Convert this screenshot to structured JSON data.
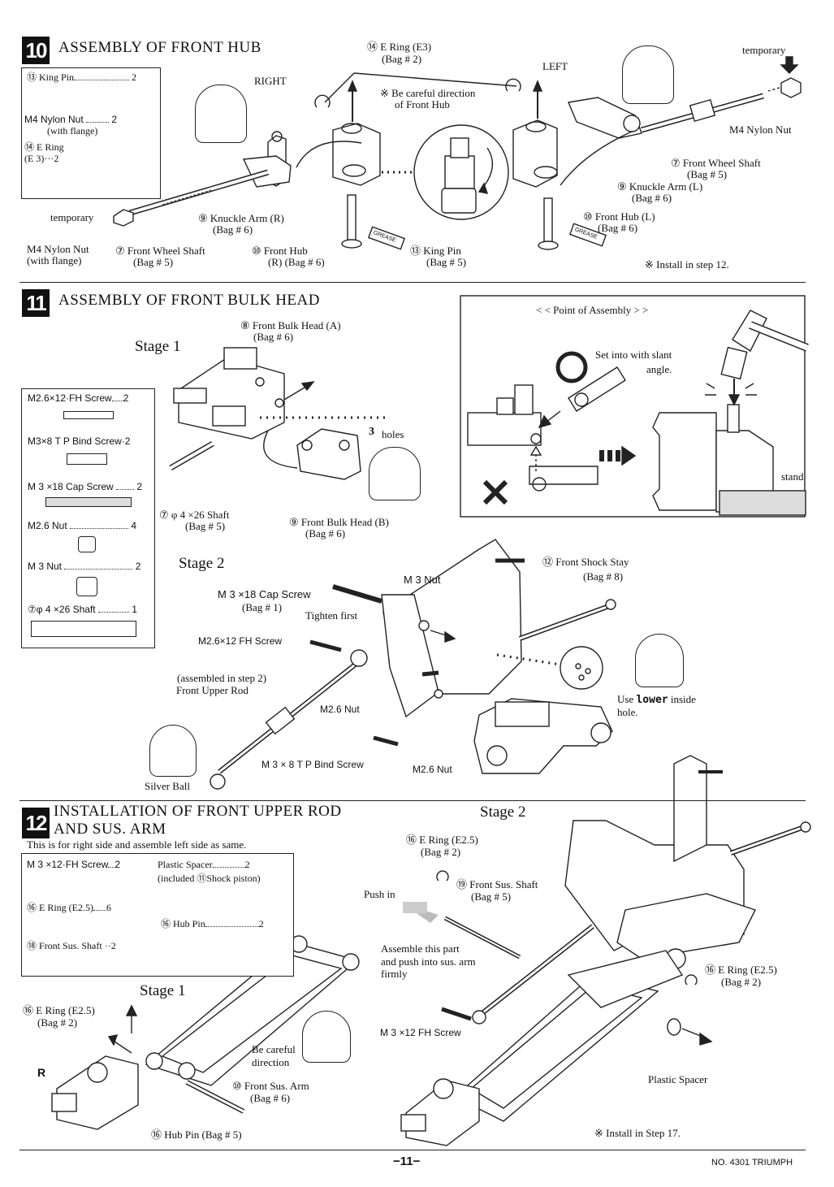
{
  "s10": {
    "num": "10",
    "title": "ASSEMBLY OF FRONT HUB",
    "parts": {
      "king_pin": "King Pin",
      "king_pin_qty": "2",
      "m4_nut": "M4 Nylon Nut",
      "m4_nut_sub": "(with flange)",
      "m4_nut_qty": "2",
      "ering": "E Ring",
      "ering_sub": "(E 3)",
      "ering_qty": "2"
    },
    "right": "RIGHT",
    "left": "LEFT",
    "temporary": "temporary",
    "ering_callout": "E Ring  (E3)",
    "ering_bag": "(Bag # 2)",
    "careful": "※ Be careful direction",
    "careful2": "of Front Hub",
    "m4_nut_r": "M4 Nylon Nut",
    "front_wheel_shaft": "Front Wheel Shaft",
    "bag5": "(Bag # 5)",
    "knuckle_l": "Knuckle Arm  (L)",
    "bag6": "(Bag # 6)",
    "front_hub_l": "Front Hub  (L)",
    "knuckle_r": "Knuckle Arm  (R)",
    "m4_nut_l": "M4 Nylon Nut",
    "m4_nut_l2": "(with flange)",
    "front_wheel_shaft_l": "Front Wheel Shaft",
    "front_hub_r": "Front Hub",
    "front_hub_r2": "(R)  (Bag # 6)",
    "king_pin_c": "King Pin",
    "install": "※ Install in step 12.",
    "grease": "GREASE"
  },
  "s11": {
    "num": "11",
    "title": "ASSEMBLY OF FRONT BULK HEAD",
    "stage1": "Stage 1",
    "stage2": "Stage 2",
    "bulk_a": "Front Bulk Head  (A)",
    "bulk_a_bag": "(Bag # 6)",
    "three_holes": "holes",
    "three": "3",
    "shaft": "4 ×26  Shaft",
    "shaft_bag": "(Bag # 5)",
    "bulk_b": "Front Bulk Head  (B)",
    "bulk_b_bag": "(Bag # 6)",
    "point": "< < Point of Assembly > >",
    "set_into": "Set into with slant",
    "angle": "angle.",
    "stand": "stand",
    "parts": [
      {
        "name": "M2.6×12·FH Screw",
        "qty": "2"
      },
      {
        "name": "M3×8 T P  Bind Screw·",
        "qty": "2"
      },
      {
        "name": "M 3 ×18  Cap Screw",
        "qty": "2"
      },
      {
        "name": "M2.6  Nut",
        "qty": "4"
      },
      {
        "name": "M 3  Nut",
        "qty": "2"
      },
      {
        "name": "4 ×26  Shaft",
        "qty": "1"
      }
    ],
    "cap_screw": "M 3 ×18  Cap Screw",
    "bag1": "(Bag # 1)",
    "m3_nut": "M 3  Nut",
    "tighten": "Tighten first",
    "fh_screw": "M2.6×12  FH Screw",
    "assembled": "(assembled in step 2)",
    "upper_rod": "Front Upper Rod",
    "m26_nut": "M2.6  Nut",
    "bind_screw": "M 3 × 8 T P  Bind Screw",
    "m26_nut2": "M2.6  Nut",
    "shock_stay": "Front Shock Stay",
    "bag8": "(Bag # 8)",
    "use_lower": "Use",
    "lower": "lower",
    "inside": "inside",
    "hole": "hole.",
    "silver": "Silver Ball"
  },
  "s12": {
    "num": "12",
    "title1": "INSTALLATION OF FRONT UPPER ROD",
    "title2": "AND SUS. ARM",
    "note": "This is for right side and assemble left side as same.",
    "parts": {
      "fh_screw": "M 3 ×12·FH Screw",
      "fh_qty": "2",
      "spacer": "Plastic Spacer",
      "spacer_qty": "2",
      "spacer_sub": "(included  ⑪Shock piston)",
      "ering": "E Ring  (E2.5)",
      "ering_qty": "6",
      "hub_pin": "Hub Pin",
      "hub_qty": "2",
      "sus_shaft": "Front Sus. Shaft",
      "sus_qty": "2"
    },
    "stage1": "Stage 1",
    "stage2": "Stage 2",
    "ering_l": "E Ring  (E2.5)",
    "bag2": "(Bag # 2)",
    "r": "R",
    "careful": "Be careful",
    "direction": "direction",
    "sus_arm": "Front Sus. Arm",
    "bag6": "(Bag # 6)",
    "hub_pin_c": "Hub Pin  (Bag # 5)",
    "ering_c": "E Ring  (E2.5)",
    "push_in": "Push in",
    "sus_shaft_c": "Front Sus. Shaft",
    "bag5": "(Bag # 5)",
    "assemble1": "Assemble this part",
    "assemble2": "and push into sus. arm",
    "assemble3": "firmly",
    "fh_c": "M 3 ×12  FH Screw",
    "ering_r": "E Ring  (E2.5)",
    "spacer_c": "Plastic Spacer",
    "install": "※ Install in Step 17."
  },
  "footer": {
    "page": "−11−",
    "model": "NO. 4301  TRIUMPH"
  }
}
